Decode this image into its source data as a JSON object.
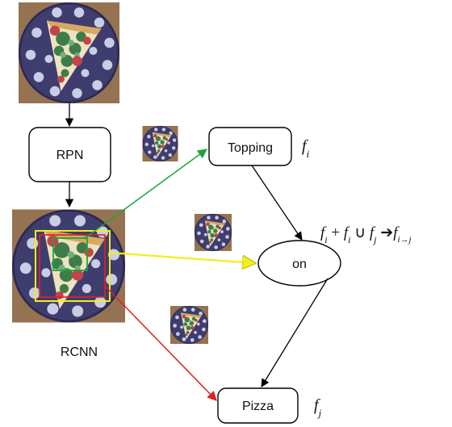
{
  "nodes": {
    "rpn": "RPN",
    "topping": "Topping",
    "on": "on",
    "pizza": "Pizza",
    "rcnn": "RCNN"
  },
  "math": {
    "f_i": {
      "base": "f",
      "sub": "i"
    },
    "f_j": {
      "base": "f",
      "sub": "j"
    },
    "union": {
      "t1": "f",
      "s1": "i",
      "plus": " + ",
      "t2": "f",
      "s2": "i",
      "cup": " ∪ ",
      "t3": "f",
      "s3": "j",
      "arrow": " ➔",
      "t4": "f",
      "s4": "i→j"
    }
  },
  "colors": {
    "green_arrow": "#1aa53a",
    "yellow_arrow": "#f2ee1a",
    "red_arrow": "#e02020",
    "plate": "#3f3d6e",
    "plate_dots": "#c9cde6",
    "pizza_crust": "#e9c98a",
    "spinach": "#3e7c4a",
    "pepperoni": "#c2454a"
  },
  "icons": [
    "pizza-photo-icon",
    "pizza-crop-icon"
  ]
}
